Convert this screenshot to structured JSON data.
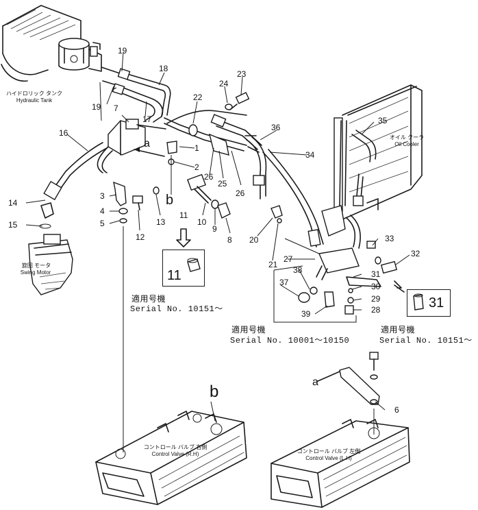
{
  "labels": {
    "hydraulic_tank_jp": "ハイドロリック タンク",
    "hydraulic_tank": "Hydraulic Tank",
    "oil_cooler_jp": "オイル クーラ",
    "oil_cooler": "Oil Cooler",
    "swing_motor_jp": "旋回 モータ",
    "swing_motor": "Swing Motor",
    "control_valve_rh_jp": "コントロール バルブ 右側",
    "control_valve_rh": "Control Valve (R.H)",
    "control_valve_lh_jp": "コントロール バルブ 左側",
    "control_valve_lh": "Control Valve (L.H)"
  },
  "serials": {
    "left_jp": "適用号機",
    "left": "Serial  No. 10151～",
    "middle_jp": "適用号機",
    "middle": "Serial  No. 10001～10150",
    "right_jp": "適用号機",
    "right": "Serial  No. 10151～"
  },
  "callouts": {
    "inset_11": "11",
    "inset_31": "31",
    "view_a": "a",
    "view_b": "b",
    "view_a2": "a",
    "view_b2": "b"
  },
  "part_numbers": [
    "1",
    "2",
    "3",
    "4",
    "5",
    "6",
    "7",
    "8",
    "9",
    "10",
    "11",
    "12",
    "13",
    "14",
    "15",
    "16",
    "17",
    "18",
    "19",
    "19",
    "20",
    "21",
    "22",
    "23",
    "24",
    "25",
    "26",
    "26",
    "27",
    "28",
    "29",
    "30",
    "31",
    "32",
    "33",
    "34",
    "35",
    "36",
    "37",
    "38",
    "39"
  ]
}
